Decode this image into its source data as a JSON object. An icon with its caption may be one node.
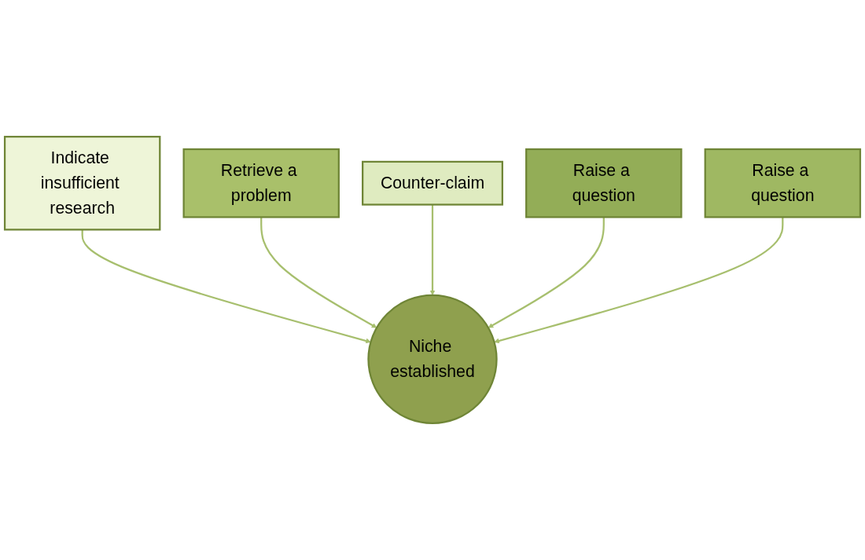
{
  "diagram": {
    "nodes": [
      {
        "text": [
          "Indicate insufficient research"
        ]
      },
      {
        "text": [
          "Retrieve a problem"
        ]
      },
      {
        "text": [
          "Counter-claim"
        ]
      },
      {
        "text": [
          "Raise a question"
        ]
      },
      {
        "text": [
          "Niche established"
        ]
      },
      {
        "text": [
          "Raise a question"
        ]
      }
    ],
    "edges": [
      {
        "from": 0,
        "to": 4,
        "arrow": "to"
      },
      {
        "from": 1,
        "to": 4,
        "arrow": "to"
      },
      {
        "from": 2,
        "to": 4,
        "arrow": "to"
      },
      {
        "from": 3,
        "to": 4,
        "arrow": "to"
      },
      {
        "from": 5,
        "to": 4,
        "arrow": "to"
      }
    ]
  }
}
